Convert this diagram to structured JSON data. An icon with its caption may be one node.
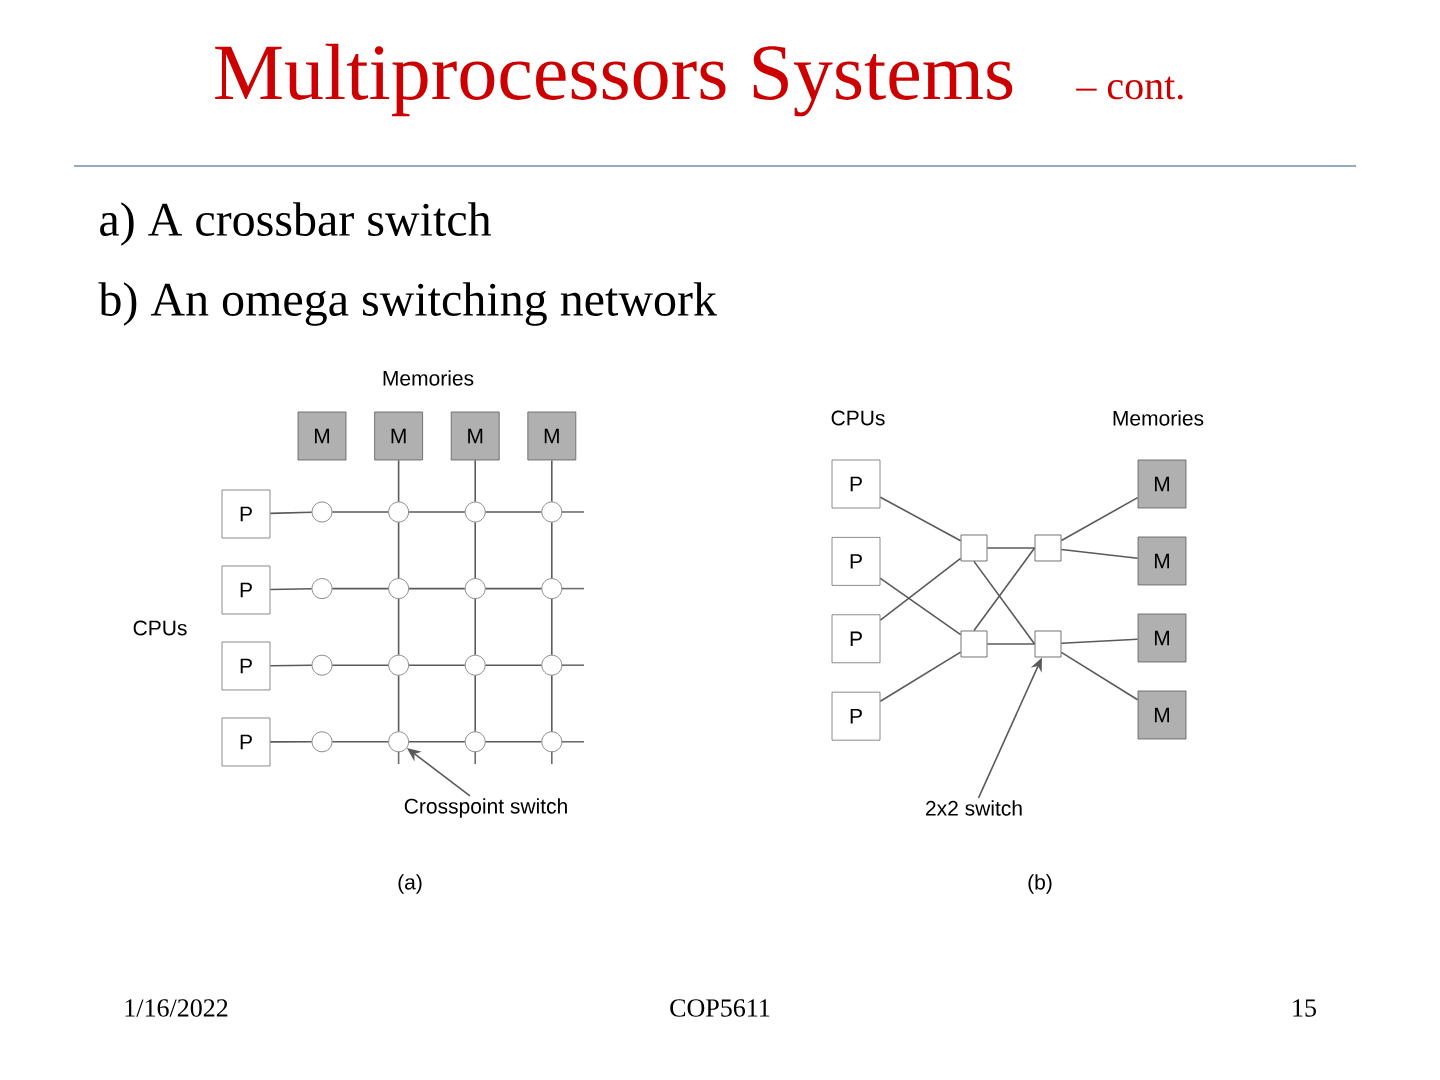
{
  "diagram": {
    "title": "Multiprocessors Systems",
    "nodes": [
      {
        "text": [
          "M"
        ]
      },
      {
        "text": [
          "M"
        ]
      },
      {
        "text": [
          "M"
        ]
      },
      {
        "text": [
          "M"
        ]
      },
      {
        "text": [
          "P"
        ]
      },
      {
        "text": [
          "P"
        ]
      },
      {
        "text": [
          "P"
        ]
      },
      {
        "text": [
          "P"
        ]
      },
      {
        "text": [],
        "shape": "circle"
      },
      {
        "text": [],
        "shape": "circle"
      },
      {
        "text": [],
        "shape": "circle"
      },
      {
        "text": [],
        "shape": "circle"
      },
      {
        "text": [],
        "shape": "circle"
      },
      {
        "text": [],
        "shape": "circle"
      },
      {
        "text": [],
        "shape": "circle"
      },
      {
        "text": [],
        "shape": "circle"
      },
      {
        "text": [],
        "shape": "circle"
      },
      {
        "text": [],
        "shape": "circle"
      },
      {
        "text": [],
        "shape": "circle"
      },
      {
        "text": [],
        "shape": "circle"
      },
      {
        "text": [],
        "shape": "circle"
      },
      {
        "text": [],
        "shape": "circle"
      },
      {
        "text": [],
        "shape": "circle"
      },
      {
        "text": [],
        "shape": "circle"
      },
      {
        "text": [
          "Crosspoint switch"
        ]
      },
      {
        "text": [
          "P"
        ]
      },
      {
        "text": [
          "P"
        ]
      },
      {
        "text": [
          "P"
        ]
      },
      {
        "text": [
          "P"
        ]
      },
      {
        "text": [],
        "shape": "box"
      },
      {
        "text": [],
        "shape": "box"
      },
      {
        "text": [],
        "shape": "box"
      },
      {
        "text": [],
        "shape": "box"
      },
      {
        "text": [
          "M"
        ]
      },
      {
        "text": [
          "M"
        ]
      },
      {
        "text": [
          "M"
        ]
      },
      {
        "text": [
          "M"
        ]
      },
      {
        "text": [
          "2x2 switch"
        ]
      }
    ],
    "edges": [
      {
        "from": 4,
        "to": 8,
        "arrow": "none"
      },
      {
        "from": 8,
        "to": 9,
        "arrow": "none"
      },
      {
        "from": 9,
        "to": 10,
        "arrow": "none"
      },
      {
        "from": 10,
        "to": 11,
        "arrow": "none"
      },
      {
        "from": 5,
        "to": 12,
        "arrow": "none"
      },
      {
        "from": 12,
        "to": 13,
        "arrow": "none"
      },
      {
        "from": 13,
        "to": 14,
        "arrow": "none"
      },
      {
        "from": 14,
        "to": 15,
        "arrow": "none"
      },
      {
        "from": 6,
        "to": 16,
        "arrow": "none"
      },
      {
        "from": 16,
        "to": 17,
        "arrow": "none"
      },
      {
        "from": 17,
        "to": 18,
        "arrow": "none"
      },
      {
        "from": 18,
        "to": 19,
        "arrow": "none"
      },
      {
        "from": 7,
        "to": 20,
        "arrow": "none"
      },
      {
        "from": 20,
        "to": 21,
        "arrow": "none"
      },
      {
        "from": 21,
        "to": 22,
        "arrow": "none"
      },
      {
        "from": 22,
        "to": 23,
        "arrow": "none"
      },
      {
        "from": 1,
        "to": 9,
        "arrow": "none"
      },
      {
        "from": 9,
        "to": 13,
        "arrow": "none"
      },
      {
        "from": 13,
        "to": 17,
        "arrow": "none"
      },
      {
        "from": 17,
        "to": 21,
        "arrow": "none"
      },
      {
        "from": 2,
        "to": 10,
        "arrow": "none"
      },
      {
        "from": 10,
        "to": 14,
        "arrow": "none"
      },
      {
        "from": 14,
        "to": 18,
        "arrow": "none"
      },
      {
        "from": 18,
        "to": 22,
        "arrow": "none"
      },
      {
        "from": 3,
        "to": 11,
        "arrow": "none"
      },
      {
        "from": 11,
        "to": 15,
        "arrow": "none"
      },
      {
        "from": 15,
        "to": 19,
        "arrow": "none"
      },
      {
        "from": 19,
        "to": 23,
        "arrow": "none"
      },
      {
        "from": 24,
        "to": 21,
        "arrow": "to"
      },
      {
        "from": 25,
        "to": 29,
        "arrow": "none"
      },
      {
        "from": 26,
        "to": 31,
        "arrow": "none"
      },
      {
        "from": 27,
        "to": 29,
        "arrow": "none"
      },
      {
        "from": 28,
        "to": 31,
        "arrow": "none"
      },
      {
        "from": 29,
        "to": 30,
        "arrow": "none"
      },
      {
        "from": 29,
        "to": 32,
        "arrow": "none"
      },
      {
        "from": 31,
        "to": 30,
        "arrow": "none"
      },
      {
        "from": 31,
        "to": 32,
        "arrow": "none"
      },
      {
        "from": 30,
        "to": 33,
        "arrow": "none"
      },
      {
        "from": 30,
        "to": 34,
        "arrow": "none"
      },
      {
        "from": 32,
        "to": 35,
        "arrow": "none"
      },
      {
        "from": 32,
        "to": 36,
        "arrow": "none"
      },
      {
        "from": 37,
        "to": 32,
        "arrow": "to"
      }
    ],
    "labels": [
      "– cont.",
      "a) A crossbar switch",
      "b) An omega switching network",
      "Memories",
      "CPUs",
      "CPUs",
      "Memories",
      "(a)",
      "(b)",
      "1/16/2022",
      "COP5611",
      "15"
    ]
  }
}
